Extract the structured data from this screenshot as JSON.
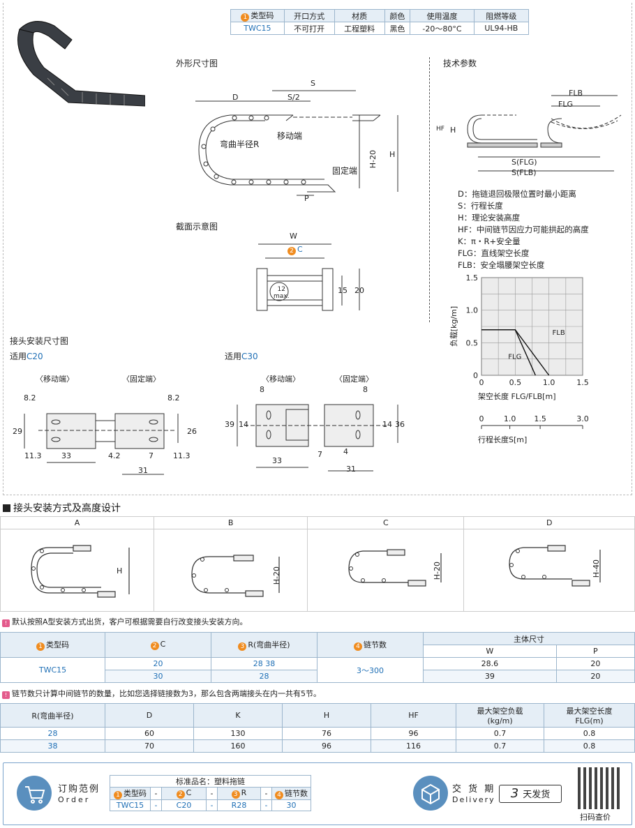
{
  "spec": {
    "headers": [
      "类型码",
      "开口方式",
      "材质",
      "颜色",
      "使用温度",
      "阻燃等级"
    ],
    "header_badge": "1",
    "row": [
      "TWC15",
      "不可打开",
      "工程塑料",
      "黑色",
      "-20～80°C",
      "UL94-HB"
    ]
  },
  "drawings": {
    "outline_title": "外形尺寸图",
    "tech_title": "技术参数",
    "section_title": "截面示意图",
    "connector_title": "接头安装尺寸图",
    "c20_label": "适用",
    "c20_code": "C20",
    "c30_label": "适用",
    "c30_code": "C30",
    "moving_end": "〈移动端〉",
    "fixed_end": "〈固定端〉",
    "label_bend": "弯曲半径R",
    "label_moving": "移动端",
    "label_fixed": "固定端",
    "dim_D": "D",
    "dim_S": "S",
    "dim_S2": "S/2",
    "dim_H": "H",
    "dim_H20": "H-20",
    "dim_P": "P",
    "dim_W": "W",
    "dim_C_badge": "2",
    "dim_C": "C",
    "dim_15": "15",
    "dim_20": "20",
    "dim_12max": "12",
    "dim_max": "max.",
    "c20_dims": [
      "8.2",
      "8.2",
      "29",
      "26",
      "11.3",
      "11.3",
      "33",
      "4.2",
      "7",
      "31"
    ],
    "c30_dims": [
      "8",
      "8",
      "39",
      "14",
      "14",
      "36",
      "33",
      "7",
      "4",
      "31"
    ],
    "tech_FLB": "FLB",
    "tech_FLG": "FLG",
    "tech_HF": "HF",
    "tech_H": "H",
    "tech_SFLG": "S(FLG)",
    "tech_SFLB": "S(FLB)"
  },
  "definitions": [
    "D：拖链退回极限位置时最小距离",
    "S：行程长度",
    "H：理论安装高度",
    "HF：中间链节因应力可能拱起的高度",
    "K：π・R+安全量",
    "FLG：直线架空长度",
    "FLB：安全塌腰架空长度"
  ],
  "chart_data": {
    "type": "line",
    "ylabel": "负载[kg/m]",
    "xlabel": "架空长度 FLG/FLB[m]",
    "x_ticks": [
      "0",
      "0.5",
      "1.0",
      "1.5"
    ],
    "y_ticks": [
      "0",
      "0.5",
      "1.0",
      "1.5"
    ],
    "xlim": [
      0,
      1.5
    ],
    "ylim": [
      0,
      1.5
    ],
    "grid": true,
    "series": [
      {
        "name": "FLG",
        "x": [
          0,
          0.5,
          0.8
        ],
        "y": [
          0.7,
          0.7,
          0
        ]
      },
      {
        "name": "FLB",
        "x": [
          0,
          0.5,
          1.0
        ],
        "y": [
          0.7,
          0.7,
          0
        ]
      }
    ],
    "stroke_axis_label": "行程长度S[m]",
    "stroke_ticks": [
      "0",
      "1.0",
      "1.5",
      "3.0"
    ]
  },
  "install": {
    "title": "接头安装方式及高度设计",
    "columns": [
      "A",
      "B",
      "C",
      "D"
    ],
    "heights": [
      "H",
      "H-20",
      "H-20",
      "H-40"
    ],
    "note": "默认按照A型安装方式出货，客户可根据需要自行改变接头安装方向。"
  },
  "table1": {
    "headers": [
      "类型码",
      "C",
      "R(弯曲半径)",
      "链节数",
      "主体尺寸"
    ],
    "badges": [
      "1",
      "2",
      "3",
      "4"
    ],
    "sub_headers": [
      "W",
      "P"
    ],
    "type_code": "TWC15",
    "rows": [
      {
        "c": "20",
        "r": "28   38",
        "w": "28.6",
        "p": "20"
      },
      {
        "c": "30",
        "r": "28",
        "w": "39",
        "p": "20"
      }
    ],
    "links": "3～300"
  },
  "note2": "链节数只计算中间链节的数量，比如您选择链接数为3，那么包含两端接头在内一共有5节。",
  "table2": {
    "headers": [
      "R(弯曲半径)",
      "D",
      "K",
      "H",
      "HF",
      "最大架空负载",
      "最大架空长度"
    ],
    "units": [
      "(kg/m)",
      "FLG(m)"
    ],
    "rows": [
      [
        "28",
        "60",
        "130",
        "76",
        "96",
        "0.7",
        "0.8"
      ],
      [
        "38",
        "70",
        "160",
        "96",
        "116",
        "0.7",
        "0.8"
      ]
    ]
  },
  "order": {
    "title_cn": "订购范例",
    "title_en": "Order",
    "std_name": "标准品名：塑料拖链",
    "headers": [
      "类型码",
      "-",
      "C",
      "-",
      "R",
      "-",
      "链节数"
    ],
    "badges": [
      "1",
      "2",
      "3",
      "4"
    ],
    "values": [
      "TWC15",
      "-",
      "C20",
      "-",
      "R28",
      "-",
      "30"
    ],
    "delivery_cn": "交 货 期",
    "delivery_en": "Delivery",
    "delivery_days": "3",
    "delivery_text": "天发货",
    "scan": "扫码查价"
  },
  "colors": {
    "accent": "#1f6fb5",
    "header_bg": "#e5eef6",
    "badge": "#f08c1f",
    "note_icon": "#e35a8b"
  }
}
